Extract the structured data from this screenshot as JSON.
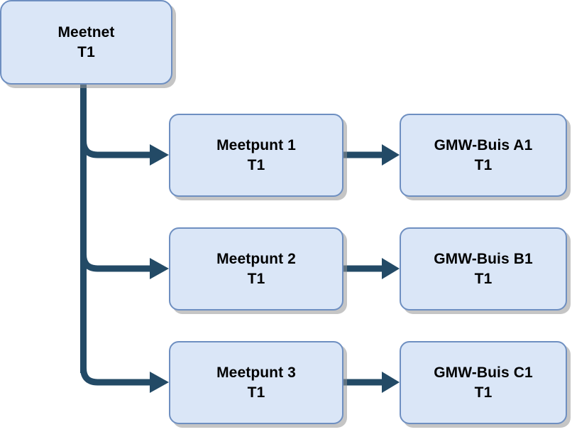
{
  "diagram": {
    "type": "hierarchy-flow",
    "background_color": "#FFFFFF",
    "node_fill_color": "#DAE6F7",
    "node_border_color": "#6E8FC1",
    "connector_color": "#234A66",
    "shadow_color": "#969696",
    "text_color": "#000000",
    "nodes": [
      {
        "id": "meetnet",
        "line1": "Meetnet",
        "line2": "T1"
      },
      {
        "id": "meetpunt1",
        "line1": "Meetpunt 1",
        "line2": "T1"
      },
      {
        "id": "meetpunt2",
        "line1": "Meetpunt 2",
        "line2": "T1"
      },
      {
        "id": "meetpunt3",
        "line1": "Meetpunt 3",
        "line2": "T1"
      },
      {
        "id": "gmwa1",
        "line1": "GMW-Buis A1",
        "line2": "T1"
      },
      {
        "id": "gmwb1",
        "line1": "GMW-Buis B1",
        "line2": "T1"
      },
      {
        "id": "gmwc1",
        "line1": "GMW-Buis C1",
        "line2": "T1"
      }
    ],
    "edges": [
      {
        "id": "e1",
        "from": "meetnet",
        "to": "meetpunt1",
        "style": "elbow-arrow"
      },
      {
        "id": "e2",
        "from": "meetnet",
        "to": "meetpunt2",
        "style": "elbow-arrow"
      },
      {
        "id": "e3",
        "from": "meetnet",
        "to": "meetpunt3",
        "style": "elbow-arrow"
      },
      {
        "id": "e4",
        "from": "meetpunt1",
        "to": "gmwa1",
        "style": "straight-arrow"
      },
      {
        "id": "e5",
        "from": "meetpunt2",
        "to": "gmwb1",
        "style": "straight-arrow"
      },
      {
        "id": "e6",
        "from": "meetpunt3",
        "to": "gmwc1",
        "style": "straight-arrow"
      }
    ]
  }
}
